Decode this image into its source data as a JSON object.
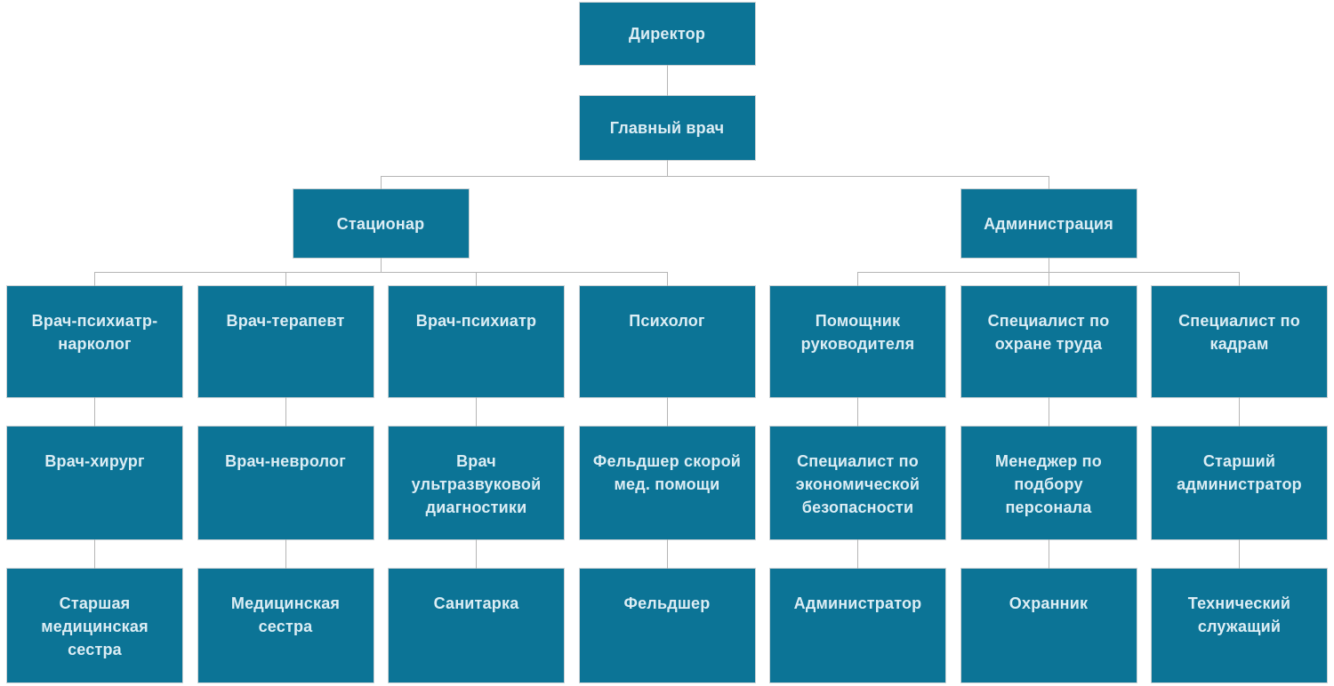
{
  "colors": {
    "box_fill": "#0c7496",
    "text_color": "#dcedf4",
    "connector_color": "#b5b5b5",
    "background": "#ffffff"
  },
  "org": {
    "root": "Директор",
    "chief": "Главный врач",
    "branches": [
      {
        "label": "Стационар"
      },
      {
        "label": "Администрация"
      }
    ],
    "columns": [
      {
        "levels": [
          "Врач-психиатр-\nнарколог",
          "Врач-хирург",
          "Старшая\nмедицинская\nсестра"
        ]
      },
      {
        "levels": [
          "Врач-терапевт",
          "Врач-невролог",
          "Медицинская\nсестра"
        ]
      },
      {
        "levels": [
          "Врач-психиатр",
          "Врач\nультразвуковой\nдиагностики",
          "Санитарка"
        ]
      },
      {
        "levels": [
          "Психолог",
          "Фельдшер скорой\nмед. помощи",
          "Фельдшер"
        ]
      },
      {
        "levels": [
          "Помощник\nруководителя",
          "Специалист по\nэкономической\nбезопасности",
          "Администратор"
        ]
      },
      {
        "levels": [
          "Специалист по\nохране труда",
          "Менеджер по\nподбору\nперсонала",
          "Охранник"
        ]
      },
      {
        "levels": [
          "Специалист по\nкадрам",
          "Старший\nадминистратор",
          "Технический\nслужащий"
        ]
      }
    ]
  }
}
